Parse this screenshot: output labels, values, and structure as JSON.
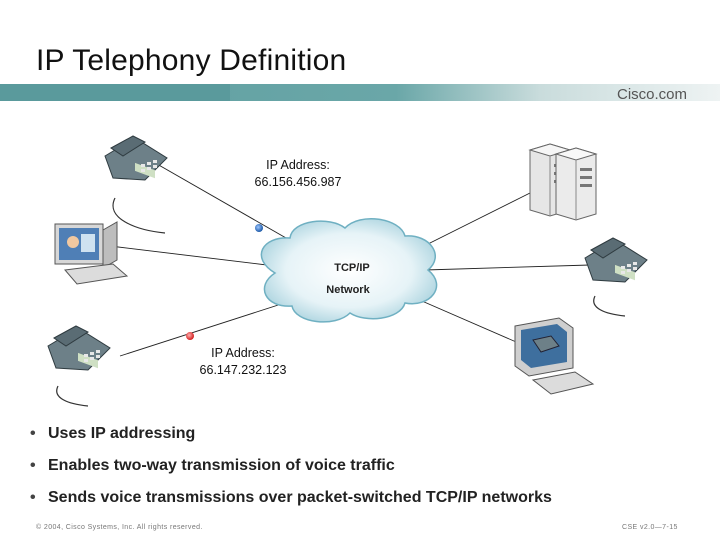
{
  "slide": {
    "title": "IP Telephony Definition",
    "logo": "Cisco.com",
    "band_color": "#5f9ea0"
  },
  "diagram": {
    "cloud_label_1": "TCP/IP",
    "cloud_label_2": "Network",
    "address_top": {
      "label": "IP Address:",
      "value": "66.156.456.987"
    },
    "address_bottom": {
      "label": "IP Address:",
      "value": "66.147.232.123"
    },
    "dot_top_color": "#1e5aa8",
    "dot_bottom_color": "#d42020",
    "devices": [
      "ip-phone",
      "pc-with-video",
      "ip-phone",
      "servers",
      "ip-phone",
      "pc-with-ip-phone"
    ]
  },
  "bullets": [
    "Uses IP addressing",
    "Enables two-way transmission of voice traffic",
    "Sends voice transmissions over packet-switched TCP/IP networks"
  ],
  "footer": {
    "left": "© 2004, Cisco Systems, Inc. All rights reserved.",
    "right": "CSE v2.0—7-15"
  }
}
